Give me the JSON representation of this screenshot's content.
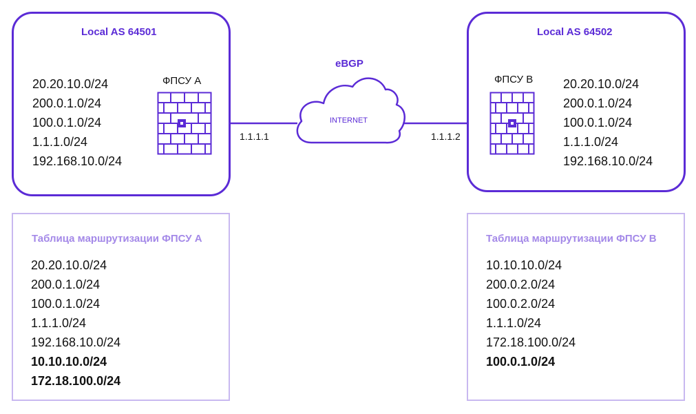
{
  "left_as": {
    "title": "Local AS 64501",
    "firewall_label": "ФПСУ А",
    "networks": [
      "20.20.10.0/24",
      "200.0.1.0/24",
      "100.0.1.0/24",
      "1.1.1.0/24",
      "192.168.10.0/24"
    ]
  },
  "right_as": {
    "title": "Local AS 64502",
    "firewall_label": "ФПСУ В",
    "networks": [
      "20.20.10.0/24",
      "200.0.1.0/24",
      "100.0.1.0/24",
      "1.1.1.0/24",
      "192.168.10.0/24"
    ]
  },
  "link": {
    "protocol": "eBGP",
    "cloud_label": "INTERNET",
    "left_ip": "1.1.1.1",
    "right_ip": "1.1.1.2"
  },
  "left_table": {
    "title": "Таблица маршрутизации ФПСУ А",
    "routes": [
      {
        "text": "20.20.10.0/24",
        "bold": false
      },
      {
        "text": "200.0.1.0/24",
        "bold": false
      },
      {
        "text": "100.0.1.0/24",
        "bold": false
      },
      {
        "text": "1.1.1.0/24",
        "bold": false
      },
      {
        "text": "192.168.10.0/24",
        "bold": false
      },
      {
        "text": "10.10.10.0/24",
        "bold": true
      },
      {
        "text": "172.18.100.0/24",
        "bold": true
      }
    ]
  },
  "right_table": {
    "title": "Таблица маршрутизации ФПСУ В",
    "routes": [
      {
        "text": "10.10.10.0/24",
        "bold": false
      },
      {
        "text": "200.0.2.0/24",
        "bold": false
      },
      {
        "text": "100.0.2.0/24",
        "bold": false
      },
      {
        "text": "1.1.1.0/24",
        "bold": false
      },
      {
        "text": "172.18.100.0/24",
        "bold": false
      },
      {
        "text": "100.0.1.0/24",
        "bold": true
      }
    ]
  },
  "colors": {
    "accent": "#5b2bd6",
    "table_border": "#c8b8f0",
    "table_title": "#a489e8",
    "text": "#111111"
  },
  "icons": [
    "firewall-icon",
    "internet-cloud-icon"
  ]
}
